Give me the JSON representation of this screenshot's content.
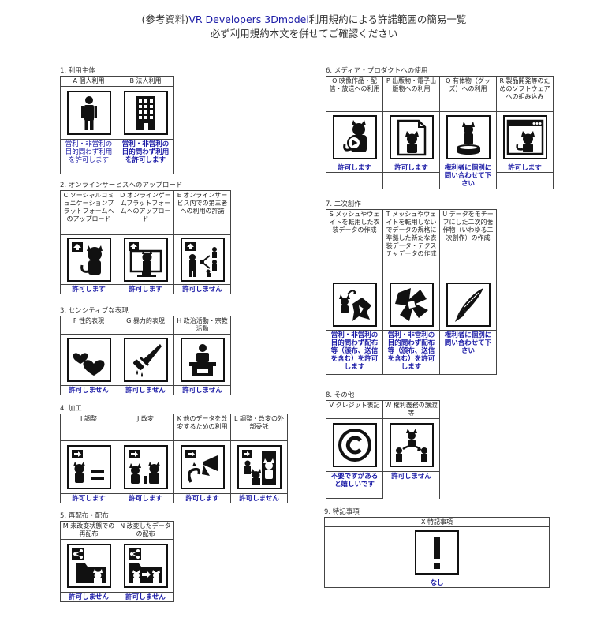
{
  "header": {
    "line1_prefix": "(参考資料)",
    "line1_accent": "VR Developers 3Dmodel",
    "line1_suffix": "利用規約による許諾範囲の簡易一覧",
    "line2": "必ず利用規約本文を併せてご確認ください"
  },
  "sections": {
    "s1": {
      "title": "1. 利用主体",
      "items": [
        {
          "label": "A 個人利用",
          "icon": "person-icon",
          "status": "営利・非営利の目的問わず利用を許可します"
        },
        {
          "label": "B 法人利用",
          "icon": "office-building-icon",
          "status": "営利・非営利の目的問わず利用を許可します"
        }
      ]
    },
    "s2": {
      "title": "2. オンラインサービスへのアップロード",
      "items": [
        {
          "label": "C ソーシャルコミュニケーションプラットフォームへのアップロード",
          "icon": "upload-social-icon",
          "status": "許可します"
        },
        {
          "label": "D オンラインゲームプラットフォームへのアップロード",
          "icon": "upload-game-icon",
          "status": "許可します"
        },
        {
          "label": "E オンラインサービス内での第三者への利用の許諾",
          "icon": "third-party-license-icon",
          "status": "許可しません"
        }
      ]
    },
    "s3": {
      "title": "3. センシティブな表現",
      "items": [
        {
          "label": "F 性的表現",
          "icon": "hearts-icon",
          "status": "許可しません"
        },
        {
          "label": "G 暴力的表現",
          "icon": "knife-icon",
          "status": "許可しません"
        },
        {
          "label": "H 政治活動・宗教活動",
          "icon": "podium-speaker-icon",
          "status": "許可しません"
        }
      ]
    },
    "s4": {
      "title": "4. 加工",
      "items": [
        {
          "label": "I 調整",
          "icon": "adjust-equal-icon",
          "status": "許可します"
        },
        {
          "label": "J 改変",
          "icon": "modify-icon",
          "status": "許可します"
        },
        {
          "label": "K 他のデータを改変するための利用",
          "icon": "use-for-other-data-icon",
          "status": "許可します"
        },
        {
          "label": "L 調整・改変の外部委託",
          "icon": "outsource-icon",
          "status": "許可しません"
        }
      ]
    },
    "s5": {
      "title": "5. 再配布・配布",
      "items": [
        {
          "label": "M 未改変状態での再配布",
          "icon": "share-folder-icon",
          "status": "許可しません"
        },
        {
          "label": "N 改変したデータの配布",
          "icon": "share-modified-folder-icon",
          "status": "許可しません"
        }
      ]
    },
    "s6": {
      "title": "6. メディア・プロダクトへの使用",
      "items": [
        {
          "label": "O 映像作品・配信・放送への利用",
          "icon": "video-play-icon",
          "status": "許可します"
        },
        {
          "label": "P 出版物・電子出版物への利用",
          "icon": "publication-icon",
          "status": "許可します"
        },
        {
          "label": "Q 有体物（グッズ）への利用",
          "icon": "goods-figure-icon",
          "status": "権利者に個別に問い合わせて下さい"
        },
        {
          "label": "R 製品開発等のためのソフトウェアへの組み込み",
          "icon": "software-window-icon",
          "status": "許可します"
        }
      ]
    },
    "s7": {
      "title": "7. 二次創作",
      "items": [
        {
          "label": "S メッシュやウェイトを転用した衣装データの作成",
          "icon": "cloth-transfer-icon",
          "status": "営利・非営利の目的問わず配布等（頒布、送信を含む）を許可します"
        },
        {
          "label": "T メッシュやウェイトを転用しないでデータの規格に準拠した新たな衣装データ・テクスチャデータの作成",
          "icon": "new-cloth-icon",
          "status": "営利・非営利の目的問わず配布等（頒布、送信を含む）を許可します"
        },
        {
          "label": "U データをモチーフにした二次的著作物（いわゆる二次創作）の作成",
          "icon": "pen-brush-icon",
          "status": "権利者に個別に問い合わせて下さい"
        }
      ]
    },
    "s8": {
      "title": "8. その他",
      "items": [
        {
          "label": "V クレジット表記",
          "icon": "copyright-icon",
          "status": "不要ですがあると嬉しいです"
        },
        {
          "label": "W 権利義務の譲渡等",
          "icon": "rights-transfer-icon",
          "status": "許可しません"
        }
      ]
    },
    "s9": {
      "title": "9. 特記事項",
      "items": [
        {
          "label": "X 特記事項",
          "icon": "exclamation-icon",
          "status": "なし"
        }
      ]
    }
  }
}
